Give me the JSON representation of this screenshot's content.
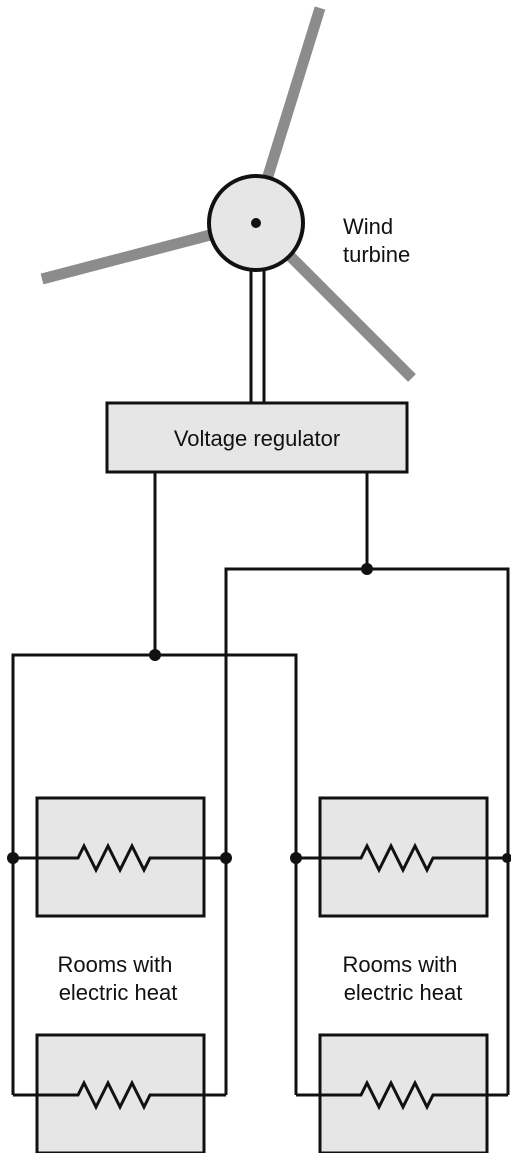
{
  "turbine": {
    "label_line1": "Wind",
    "label_line2": "turbine"
  },
  "regulator": {
    "label": "Voltage regulator"
  },
  "rooms_left": {
    "label_line1": "Rooms with",
    "label_line2": "electric heat"
  },
  "rooms_right": {
    "label_line1": "Rooms with",
    "label_line2": "electric heat"
  },
  "colors": {
    "line": "#111111",
    "box_fill": "#e6e6e6",
    "blade": "#8c8c8c",
    "background": "#ffffff"
  }
}
